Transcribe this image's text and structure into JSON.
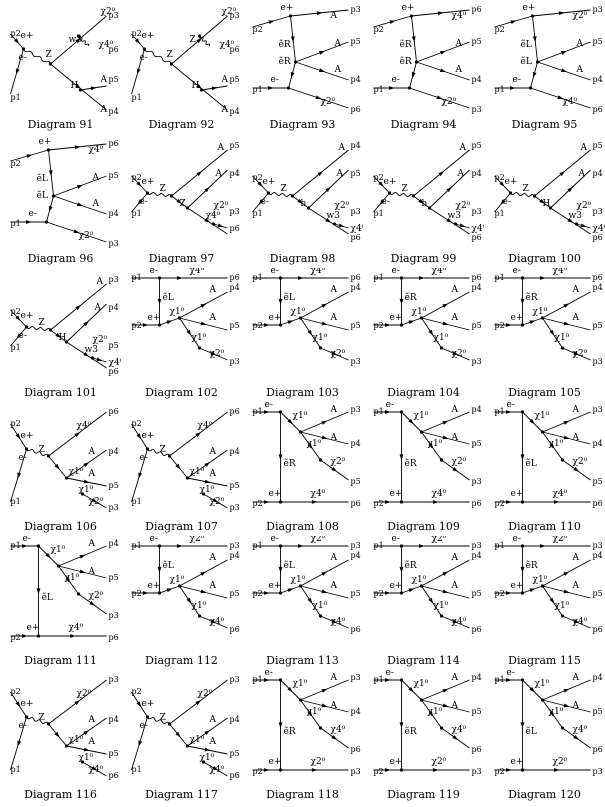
{
  "diagrams": [
    {
      "caption": "Diagram 91",
      "topo": "s2",
      "L": [
        "p2",
        "e+",
        "e-",
        "p1",
        "Z",
        "w3",
        "χ2⁰",
        "p3",
        "χ4⁰",
        "p6",
        "H",
        "A",
        "p5",
        "A",
        "p4"
      ]
    },
    {
      "caption": "Diagram 92",
      "topo": "s2",
      "L": [
        "p2",
        "e+",
        "e-",
        "p1",
        "Z",
        "Z",
        "χ2⁰",
        "p3",
        "χ4⁰",
        "p6",
        "H",
        "A",
        "p5",
        "A",
        "p4"
      ]
    },
    {
      "caption": "Diagram 93",
      "topo": "tcross",
      "L": [
        "p2",
        "e+",
        "e-",
        "p1",
        "ẽR",
        "ẽR",
        "A",
        "p3",
        "A",
        "p5",
        "A",
        "p4",
        "χ2⁰",
        "p6"
      ]
    },
    {
      "caption": "Diagram 94",
      "topo": "tcross",
      "L": [
        "p2",
        "e+",
        "e-",
        "p1",
        "ẽR",
        "ẽR",
        "χ4⁰",
        "p6",
        "A",
        "p5",
        "A",
        "p4",
        "χ2⁰",
        "p3"
      ]
    },
    {
      "caption": "Diagram 95",
      "topo": "tcross",
      "L": [
        "p2",
        "e+",
        "e-",
        "p1",
        "ẽL",
        "ẽL",
        "χ2⁰",
        "p3",
        "A",
        "p5",
        "A",
        "p4",
        "χ4⁰",
        "p6"
      ]
    },
    {
      "caption": "Diagram 96",
      "topo": "tcross",
      "L": [
        "p2",
        "e+",
        "e-",
        "p1",
        "ẽL",
        "ẽL",
        "χ4⁰",
        "p6",
        "A",
        "p5",
        "A",
        "p4",
        "χ2⁰",
        "p3"
      ]
    },
    {
      "caption": "Diagram 97",
      "topo": "s3",
      "L": [
        "p2",
        "e+",
        "e-",
        "p1",
        "Z",
        "Z",
        "A",
        "p5",
        "A",
        "p4",
        "χ2⁰",
        "p3",
        "χ4⁰",
        "p6"
      ]
    },
    {
      "caption": "Diagram 98",
      "topo": "s3",
      "L": [
        "p2",
        "e+",
        "e-",
        "p1",
        "Z",
        "h",
        "A",
        "p4",
        "A",
        "p5",
        "χ2⁰",
        "p3",
        "w3",
        "χ4⁰",
        "p6"
      ]
    },
    {
      "caption": "Diagram 99",
      "topo": "s3",
      "L": [
        "p2",
        "e+",
        "e-",
        "p1",
        "Z",
        "h",
        "A",
        "p5",
        "A",
        "p4",
        "χ2⁰",
        "p3",
        "w3",
        "χ4⁰",
        "p6"
      ]
    },
    {
      "caption": "Diagram 100",
      "topo": "s3",
      "L": [
        "p2",
        "e+",
        "e-",
        "p1",
        "Z",
        "H",
        "A",
        "p5",
        "A",
        "p4",
        "χ2⁰",
        "p3",
        "w3",
        "χ4⁰",
        "p6"
      ]
    },
    {
      "caption": "Diagram 101",
      "topo": "s3",
      "L": [
        "p2",
        "e+",
        "e-",
        "p1",
        "Z",
        "H",
        "A",
        "p3",
        "A",
        "p4",
        "χ2⁰",
        "p5",
        "w3",
        "χ4⁰",
        "p6"
      ]
    },
    {
      "caption": "Diagram 102",
      "topo": "tlad",
      "L": [
        "p1",
        "e-",
        "χ4⁰",
        "p6",
        "ẽL",
        "p2",
        "e+",
        "χ1⁰",
        "A",
        "p4",
        "A",
        "p5",
        "χ1⁰",
        "χ2⁰",
        "p3"
      ]
    },
    {
      "caption": "Diagram 103",
      "topo": "tlad",
      "L": [
        "p1",
        "e-",
        "χ4⁰",
        "p6",
        "ẽL",
        "p2",
        "e+",
        "χ1⁰",
        "A",
        "p4",
        "A",
        "p5",
        "χ1⁰",
        "χ2⁰",
        "p3"
      ]
    },
    {
      "caption": "Diagram 104",
      "topo": "tlad",
      "L": [
        "p1",
        "e-",
        "χ4⁰",
        "p6",
        "ẽR",
        "p2",
        "e+",
        "χ1⁰",
        "A",
        "p4",
        "A",
        "p5",
        "χ1⁰",
        "χ2⁰",
        "p3"
      ]
    },
    {
      "caption": "Diagram 105",
      "topo": "tlad",
      "L": [
        "p1",
        "e-",
        "χ4⁰",
        "p6",
        "ẽR",
        "p2",
        "e+",
        "χ1⁰",
        "A",
        "p4",
        "A",
        "p5",
        "χ1⁰",
        "χ2⁰",
        "p3"
      ]
    },
    {
      "caption": "Diagram 106",
      "topo": "s4",
      "L": [
        "p2",
        "e+",
        "e-",
        "p1",
        "Z",
        "χ4⁰",
        "p6",
        "χ1⁰",
        "A",
        "p4",
        "A",
        "p5",
        "χ1⁰",
        "χ2⁰",
        "p3"
      ]
    },
    {
      "caption": "Diagram 107",
      "topo": "s4",
      "L": [
        "p2",
        "e+",
        "e-",
        "p1",
        "Z",
        "χ4⁰",
        "p6",
        "χ1⁰",
        "A",
        "p4",
        "A",
        "p5",
        "χ1⁰",
        "χ2⁰",
        "p3"
      ]
    },
    {
      "caption": "Diagram 108",
      "topo": "tlad2",
      "L": [
        "p1",
        "e-",
        "χ1⁰",
        "A",
        "p3",
        "A",
        "p4",
        "χ1⁰",
        "χ2⁰",
        "p5",
        "ẽR",
        "p2",
        "e+",
        "χ4⁰",
        "p6"
      ]
    },
    {
      "caption": "Diagram 109",
      "topo": "tlad2",
      "L": [
        "p1",
        "e-",
        "χ1⁰",
        "A",
        "p4",
        "A",
        "p5",
        "χ1⁰",
        "χ2⁰",
        "p3",
        "ẽR",
        "p2",
        "e+",
        "χ4⁰",
        "p6"
      ]
    },
    {
      "caption": "Diagram 110",
      "topo": "tlad2",
      "L": [
        "p1",
        "e-",
        "χ1⁰",
        "A",
        "p3",
        "A",
        "p4",
        "χ1⁰",
        "χ2⁰",
        "p5",
        "ẽL",
        "p2",
        "e+",
        "χ4⁰",
        "p6"
      ]
    },
    {
      "caption": "Diagram 111",
      "topo": "tlad2",
      "L": [
        "p1",
        "e-",
        "χ1⁰",
        "A",
        "p4",
        "A",
        "p5",
        "χ1⁰",
        "χ2⁰",
        "p3",
        "ẽL",
        "p2",
        "e+",
        "χ4⁰",
        "p6"
      ]
    },
    {
      "caption": "Diagram 112",
      "topo": "tlad",
      "L": [
        "p1",
        "e-",
        "χ2⁰",
        "p3",
        "ẽL",
        "p2",
        "e+",
        "χ1⁰",
        "A",
        "p4",
        "A",
        "p5",
        "χ1⁰",
        "χ4⁰",
        "p6"
      ]
    },
    {
      "caption": "Diagram 113",
      "topo": "tlad",
      "L": [
        "p1",
        "e-",
        "χ2⁰",
        "p3",
        "ẽL",
        "p2",
        "e+",
        "χ1⁰",
        "A",
        "p4",
        "A",
        "p5",
        "χ1⁰",
        "χ4⁰",
        "p6"
      ]
    },
    {
      "caption": "Diagram 114",
      "topo": "tlad",
      "L": [
        "p1",
        "e-",
        "χ2⁰",
        "p3",
        "ẽR",
        "p2",
        "e+",
        "χ1⁰",
        "A",
        "p4",
        "A",
        "p5",
        "χ1⁰",
        "χ4⁰",
        "p6"
      ]
    },
    {
      "caption": "Diagram 115",
      "topo": "tlad",
      "L": [
        "p1",
        "e-",
        "χ2⁰",
        "p3",
        "ẽR",
        "p2",
        "e+",
        "χ1⁰",
        "A",
        "p4",
        "A",
        "p5",
        "χ1⁰",
        "χ4⁰",
        "p6"
      ]
    },
    {
      "caption": "Diagram 116",
      "topo": "s4",
      "L": [
        "p2",
        "e+",
        "e-",
        "p1",
        "Z",
        "χ2⁰",
        "p3",
        "χ1⁰",
        "A",
        "p4",
        "A",
        "p5",
        "χ1⁰",
        "χ4⁰",
        "p6"
      ]
    },
    {
      "caption": "Diagram 117",
      "topo": "s4",
      "L": [
        "p2",
        "e+",
        "e-",
        "p1",
        "Z",
        "χ2⁰",
        "p3",
        "χ1⁰",
        "A",
        "p4",
        "A",
        "p5",
        "χ1⁰",
        "χ4⁰",
        "p6"
      ]
    },
    {
      "caption": "Diagram 118",
      "topo": "tlad2",
      "L": [
        "p1",
        "e-",
        "χ1⁰",
        "A",
        "p3",
        "A",
        "p4",
        "χ1⁰",
        "χ4⁰",
        "p6",
        "ẽR",
        "p2",
        "e+",
        "χ2⁰",
        "p3"
      ]
    },
    {
      "caption": "Diagram 119",
      "topo": "tlad2",
      "L": [
        "p1",
        "e-",
        "χ1⁰",
        "A",
        "p4",
        "A",
        "p5",
        "χ1⁰",
        "χ4⁰",
        "p6",
        "ẽR",
        "p2",
        "e+",
        "χ2⁰",
        "p3"
      ]
    },
    {
      "caption": "Diagram 120",
      "topo": "tlad2",
      "L": [
        "p1",
        "e-",
        "χ1⁰",
        "A",
        "p4",
        "A",
        "p5",
        "χ1⁰",
        "χ4⁰",
        "p6",
        "ẽL",
        "p2",
        "e+",
        "χ2⁰",
        "p3"
      ]
    }
  ]
}
